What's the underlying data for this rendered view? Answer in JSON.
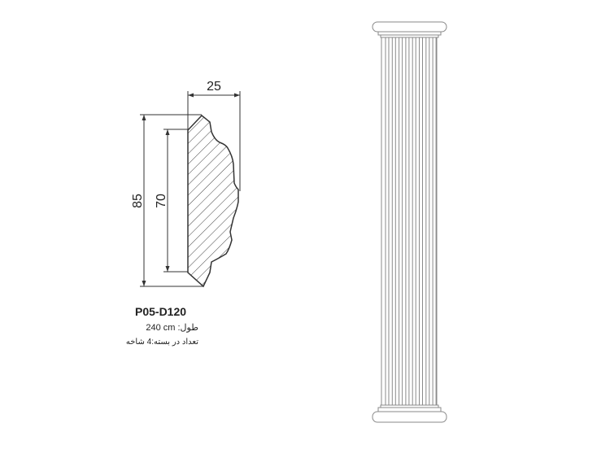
{
  "profile": {
    "dimensions": {
      "width": "25",
      "total_height": "85",
      "inner_height": "70"
    },
    "code": "P05-D120",
    "length_label": "طول:",
    "length_value": "240 cm",
    "pack_label": "تعداد در بسته:",
    "pack_value": "4 شاخه"
  },
  "colors": {
    "line": "#333333",
    "column_line": "#8a8a8a"
  }
}
